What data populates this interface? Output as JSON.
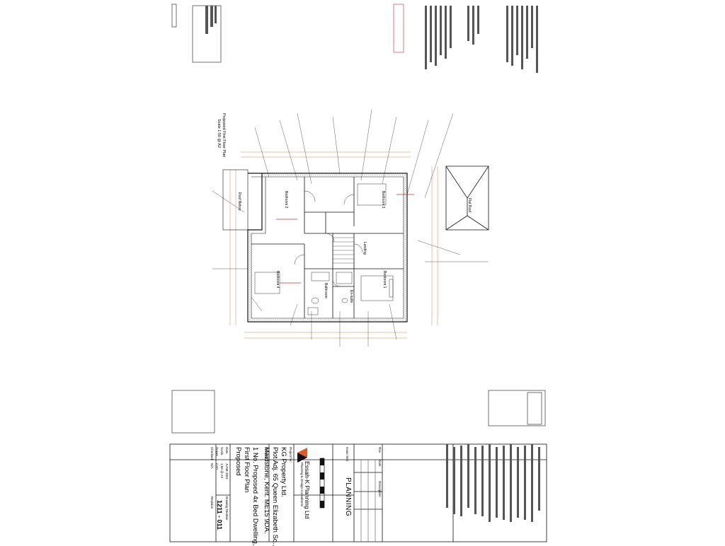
{
  "colors": {
    "line": "#111111",
    "accent_red": "#c03030",
    "logo_red": "#e05a2a",
    "dim_orange": "#d08050",
    "wall_grey": "#777777"
  },
  "drawing": {
    "caption_title": "Proposed First Floor Plan",
    "caption_scale": "Scale 1:50 @ A2"
  },
  "rooms": {
    "bedroom_2": "Bedroom 2",
    "bedroom_3": "Bedroom 3",
    "bedroom_4": "Bedroom 4",
    "bedroom_1": "Bedroom 1",
    "landing": "Landing",
    "ensuite": "En-suite",
    "bathroom": "Bathroom",
    "flat_roof_left": "Roof Below",
    "flat_roof_right": "Flat Roof"
  },
  "title_block": {
    "company": "Essah-K Planning Ltd",
    "company_sub": "Planning & Design Consultants",
    "status_label": "Issue Stat",
    "status": "PLANNING",
    "rev_header": "Rev",
    "date_header": "Date",
    "desc_header": "Description",
    "client_label": "Project for:",
    "client": "KG Property Ltd.",
    "site_line1": "Plot Adj. 65 Queen Elizabeth Sq.,",
    "site_line2": "Maidstone, Kent. ME15 9DA.",
    "drawing_label": "Drawing",
    "drawing_title_1": "1 No. Proposed 4x Bed Dwelling,",
    "drawing_title_2": "First Floor Plan",
    "drawing_title_3": "Proposed",
    "date_label": "Date",
    "date": "JUNE 2021",
    "scale_label": "Scale",
    "scale": "1:50 @ A2",
    "drawn_label": "Drawn",
    "drawn": "CJO",
    "checked_label": "Checked",
    "checked": "N/A",
    "drg_no_label": "Drawing Number",
    "drg_no": "1211 - 011",
    "rev_label": "Revision"
  }
}
